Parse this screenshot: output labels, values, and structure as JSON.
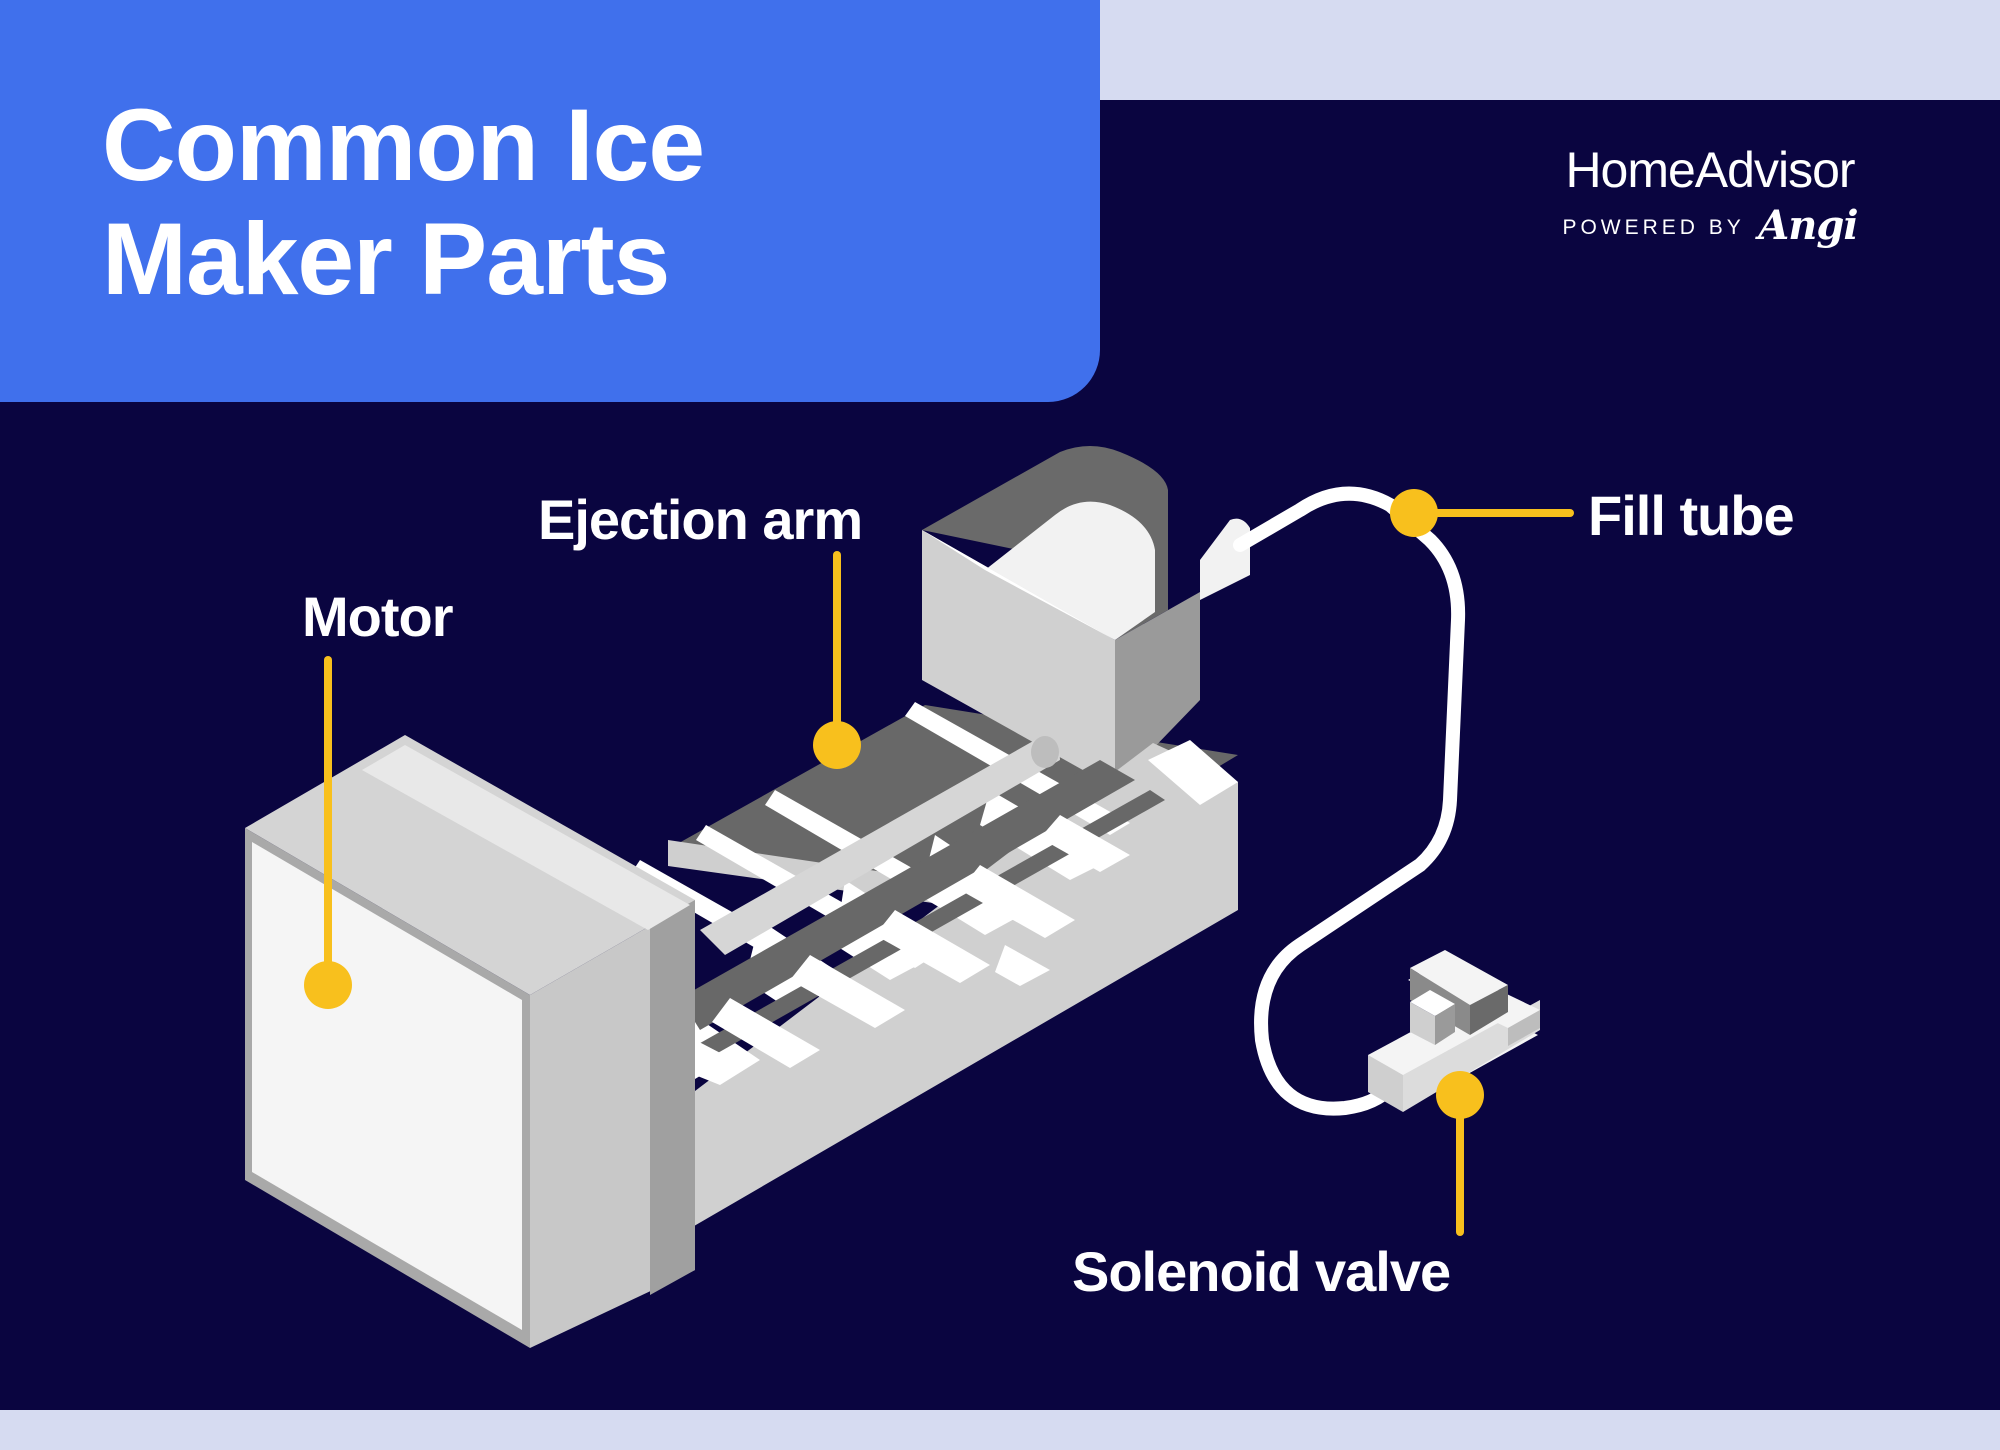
{
  "title": {
    "line1": "Common Ice",
    "line2": "Maker Parts"
  },
  "brand": {
    "name": "HomeAdvisor",
    "powered_by": "POWERED BY",
    "partner": "Angi"
  },
  "labels": {
    "motor": "Motor",
    "ejection_arm": "Ejection arm",
    "fill_tube": "Fill tube",
    "solenoid_valve": "Solenoid valve"
  },
  "colors": {
    "background": "#0a0540",
    "title_panel": "#4070ec",
    "frame": "#d6dbf1",
    "callout": "#f8c01d",
    "text": "#ffffff"
  }
}
